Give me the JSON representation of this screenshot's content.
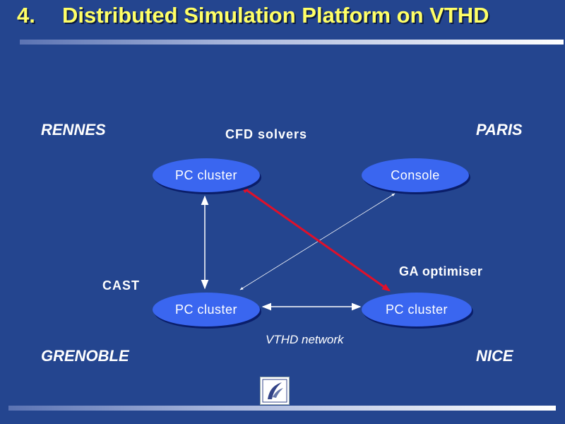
{
  "title": {
    "number": "4.",
    "text": "Distributed Simulation Platform on VTHD"
  },
  "cities": {
    "rennes": "RENNES",
    "paris": "PARIS",
    "grenoble": "GRENOBLE",
    "nice": "NICE"
  },
  "labels": {
    "cfd_solvers": "CFD solvers",
    "ga_optimiser": "GA optimiser",
    "cast": "CAST",
    "vthd_network": "VTHD network"
  },
  "nodes": {
    "rennes": "PC cluster",
    "paris": "Console",
    "grenoble": "PC cluster",
    "nice": "PC cluster"
  },
  "colors": {
    "background": "#24458f",
    "title": "#ffff66",
    "node_fill": "#3a66f0",
    "highlight_link": "#e0102a"
  },
  "icons": {
    "logo": "logo-icon"
  }
}
